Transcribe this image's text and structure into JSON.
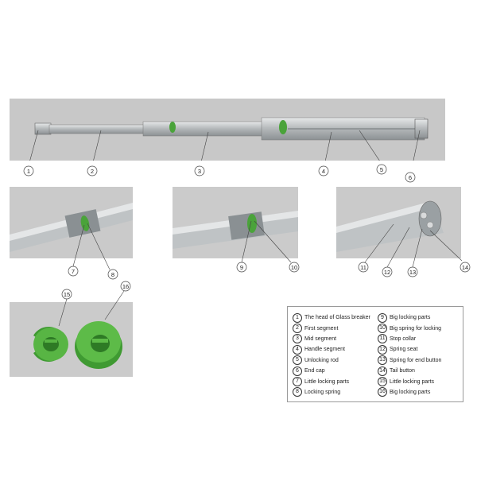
{
  "callouts": {
    "c1": "1",
    "c2": "2",
    "c3": "3",
    "c4": "4",
    "c5": "5",
    "c6": "6",
    "c7": "7",
    "c8": "8",
    "c9": "9",
    "c10": "10",
    "c11": "11",
    "c12": "12",
    "c13": "13",
    "c14": "14",
    "c15": "15",
    "c16": "16"
  },
  "legend": {
    "items": [
      {
        "num": "1",
        "label": "The head of Glass breaker"
      },
      {
        "num": "2",
        "label": "First segment"
      },
      {
        "num": "3",
        "label": "Mid segment"
      },
      {
        "num": "4",
        "label": "Handle segment"
      },
      {
        "num": "5",
        "label": "Unlocking rod"
      },
      {
        "num": "6",
        "label": "End cap"
      },
      {
        "num": "7",
        "label": "Little locking parts"
      },
      {
        "num": "8",
        "label": "Locking spring"
      },
      {
        "num": "9",
        "label": "Big locking parts"
      },
      {
        "num": "10",
        "label": "Big spring for locking"
      },
      {
        "num": "11",
        "label": "Stop collar"
      },
      {
        "num": "12",
        "label": "Spring seat"
      },
      {
        "num": "13",
        "label": "Spring for end button"
      },
      {
        "num": "14",
        "label": "Tail button"
      },
      {
        "num": "15",
        "label": "Little locking parts"
      },
      {
        "num": "16",
        "label": "Big locking parts"
      }
    ]
  },
  "colors": {
    "panel_bg": "#c9c9c9",
    "metal": "#b8bcbe",
    "metal_dark": "#8e9396",
    "part_green": "#4aa33a"
  }
}
